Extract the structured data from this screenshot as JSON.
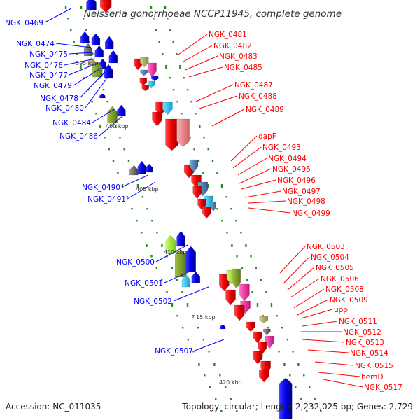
{
  "title": "Neisseria gonorrhoeae NCCP11945, complete genome",
  "footer": {
    "accession": "Accession: NC_011035",
    "summary": "Topology: circular; Length: 2,232,025 bp; Genes: 2,729"
  },
  "scale_labels": [
    "395 kbp",
    "400 kbp",
    "405 kbp",
    "410 kbp",
    "415 kbp",
    "420 kbp"
  ],
  "left_labels": [
    "NGK_0469",
    "NGK_0474",
    "NGK_0475",
    "NGK_0476",
    "NGK_0477",
    "NGK_0479",
    "NGK_0478",
    "NGK_0480",
    "NGK_0484",
    "NGK_0486",
    "NGK_0490",
    "NGK_0491",
    "NGK_0500",
    "NGK_0501",
    "NGK_0502",
    "NGK_0507"
  ],
  "right_labels": [
    "NGK_0481",
    "NGK_0482",
    "NGK_0483",
    "NGK_0485",
    "NGK_0487",
    "NGK_0488",
    "NGK_0489",
    "dapF",
    "NGK_0493",
    "NGK_0494",
    "NGK_0495",
    "NGK_0496",
    "NGK_0497",
    "NGK_0498",
    "NGK_0499",
    "NGK_0503",
    "NGK_0504",
    "NGK_0505",
    "NGK_0506",
    "NGK_0508",
    "NGK_0509",
    "upp",
    "NGK_0511",
    "NGK_0512",
    "NGK_0513",
    "NGK_0514",
    "NGK_0515",
    "hemD",
    "NGK_0517"
  ],
  "colors": {
    "backbone": "#9a9a9a",
    "forward_strand": "#ff0000",
    "reverse_strand": "#0000ff",
    "tick": "#1e8c1e",
    "olive": "#7f9f2a",
    "lime": "#a6f03a",
    "cyan": "#21c4f0",
    "magenta": "#ff2aa0",
    "salmon": "#ef8a8a",
    "steel": "#4a7fb0",
    "gray": "#666666",
    "khaki": "#b5b06e"
  }
}
